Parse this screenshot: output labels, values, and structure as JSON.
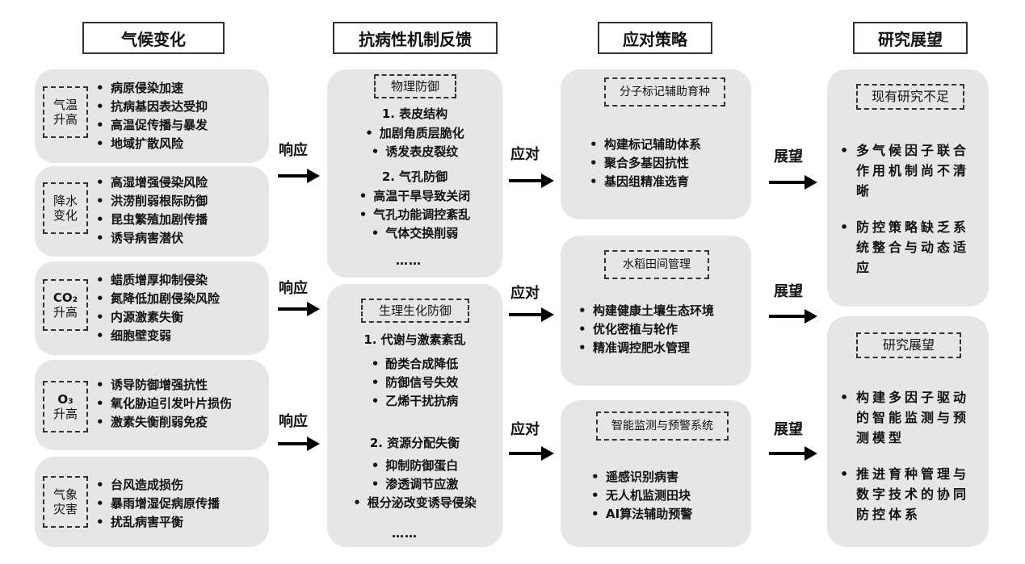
{
  "headers": [
    "气候变化",
    "抗病性机制反馈",
    "应对策略",
    "研究展望"
  ],
  "climate": [
    {
      "tag": [
        "气温",
        "升高"
      ],
      "items": [
        "病原侵染加速",
        "抗病基因表达受抑",
        "高温促传播与暴发",
        "地域扩散风险"
      ]
    },
    {
      "tag": [
        "降水",
        "变化"
      ],
      "items": [
        "高湿增强侵染风险",
        "洪涝削弱根际防御",
        "昆虫繁殖加剧传播",
        "诱导病害潜伏"
      ]
    },
    {
      "tag": [
        "CO₂",
        "升高"
      ],
      "items": [
        "蜡质增厚抑制侵染",
        "氮降低加剧侵染风险",
        "内源激素失衡",
        "细胞壁变弱"
      ]
    },
    {
      "tag": [
        "O₃",
        "升高"
      ],
      "items": [
        "诱导防御增强抗性",
        "氧化胁迫引发叶片损伤",
        "激素失衡削弱免疫"
      ]
    },
    {
      "tag": [
        "气象",
        "灾害"
      ],
      "items": [
        "台风造成损伤",
        "暴雨增湿促病原传播",
        "扰乱病害平衡"
      ]
    }
  ],
  "mechanism": [
    {
      "tag": "物理防御",
      "sections": [
        {
          "title": "1. 表皮结构",
          "items": [
            "加剧角质层脆化",
            "诱发表皮裂纹"
          ]
        },
        {
          "title": "2. 气孔防御",
          "items": [
            "高温干旱导致关闭",
            "气孔功能调控紊乱",
            "气体交换削弱"
          ]
        }
      ],
      "ellipsis": "……"
    },
    {
      "tag": "生理生化防御",
      "sections": [
        {
          "title": "1. 代谢与激素紊乱",
          "items": [
            "酚类合成降低",
            "防御信号失效",
            "乙烯干扰抗病"
          ]
        },
        {
          "title": "2. 资源分配失衡",
          "items": [
            "抑制防御蛋白",
            "渗透调节应激",
            "根分泌改变诱导侵染"
          ]
        }
      ],
      "ellipsis": "……"
    }
  ],
  "strategy": [
    {
      "tag": "分子标记辅助育种",
      "items": [
        "构建标记辅助体系",
        "聚合多基因抗性",
        "基因组精准选育"
      ]
    },
    {
      "tag": "水稻田间管理",
      "items": [
        "构建健康土壤生态环境",
        "优化密植与轮作",
        "精准调控肥水管理"
      ]
    },
    {
      "tag": "智能监测与预警系统",
      "items": [
        "遥感识别病害",
        "无人机监测田块",
        "AI算法辅助预警"
      ]
    }
  ],
  "outlook": [
    {
      "tag": "现有研究不足",
      "items": [
        "多气候因子联合作用机制尚不清晰",
        "防控策略缺乏系统整合与动态适应"
      ]
    },
    {
      "tag": "研究展望",
      "items": [
        "构建多因子驱动的智能监测与预测模型",
        "推进育种管理与数字技术的协同防控体系"
      ]
    }
  ],
  "arrows": {
    "respond": [
      "响应",
      "响应",
      "响应"
    ],
    "cope": [
      "应对",
      "应对",
      "应对"
    ],
    "outlook": [
      "展望",
      "展望",
      "展望"
    ]
  }
}
